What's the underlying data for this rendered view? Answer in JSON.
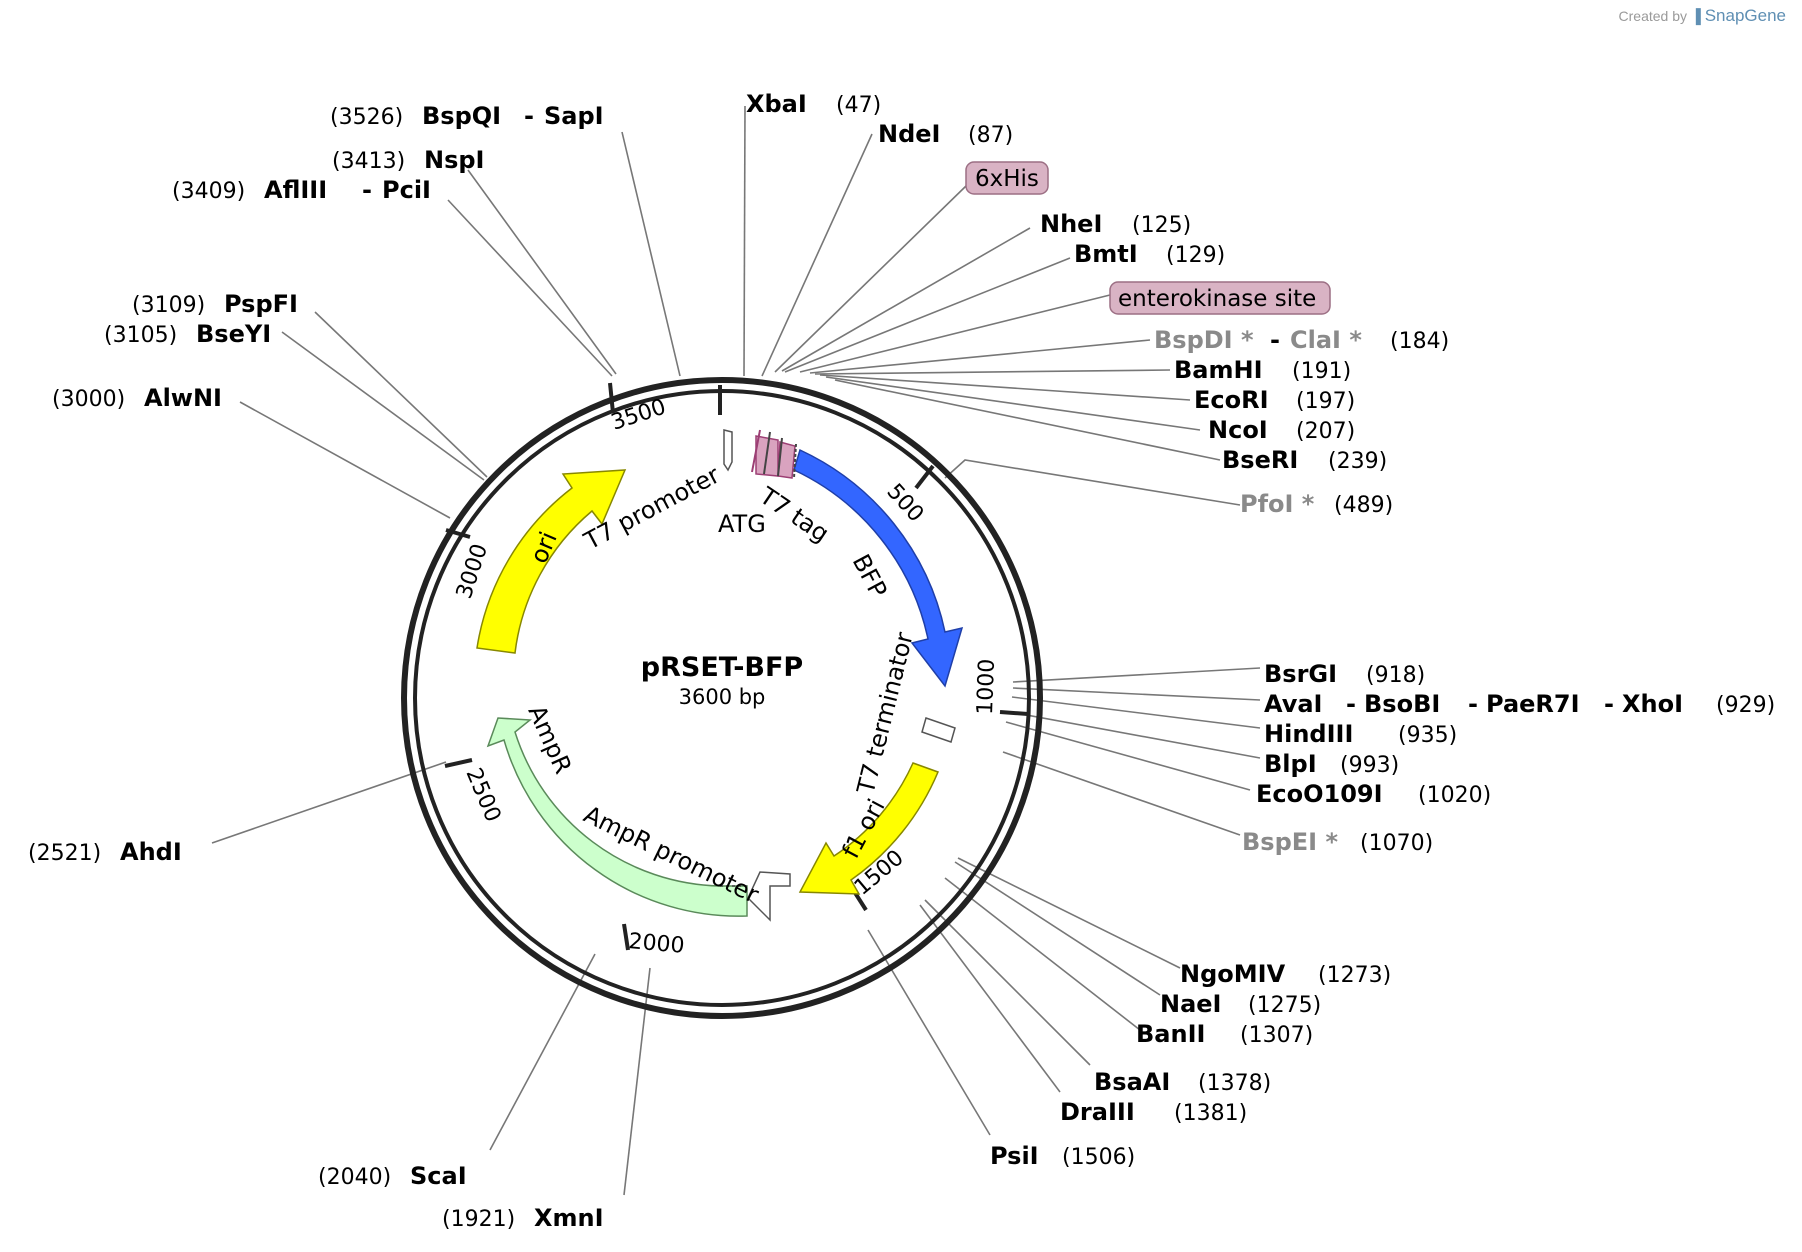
{
  "credit": {
    "created_by": "Created by",
    "brand": "SnapGene"
  },
  "plasmid": {
    "name": "pRSET-BFP",
    "size": "3600 bp"
  },
  "ticks": [
    "500",
    "1000",
    "1500",
    "2000",
    "2500",
    "3000",
    "3500"
  ],
  "features": {
    "ori": "ori",
    "bfp": "BFP",
    "ampr": "AmpR",
    "f1_ori": "f1 ori",
    "t7_promoter": "T7 promoter",
    "t7_tag": "T7 tag",
    "atg": "ATG",
    "t7_terminator": "T7 terminator",
    "ampr_promoter": "AmpR promoter"
  },
  "boxed_features": {
    "his": "6xHis",
    "enterokinase": "enterokinase site"
  },
  "sites": [
    {
      "enzymes": [
        "XbaI"
      ],
      "pos": "(47)"
    },
    {
      "enzymes": [
        "NdeI"
      ],
      "pos": "(87)"
    },
    {
      "enzymes": [
        "NheI"
      ],
      "pos": "(125)"
    },
    {
      "enzymes": [
        "BmtI"
      ],
      "pos": "(129)"
    },
    {
      "enzymes": [
        "BspDI *",
        "ClaI *"
      ],
      "pos": "(184)"
    },
    {
      "enzymes": [
        "BamHI"
      ],
      "pos": "(191)"
    },
    {
      "enzymes": [
        "EcoRI"
      ],
      "pos": "(197)"
    },
    {
      "enzymes": [
        "NcoI"
      ],
      "pos": "(207)"
    },
    {
      "enzymes": [
        "BseRI"
      ],
      "pos": "(239)"
    },
    {
      "enzymes": [
        "PfoI *"
      ],
      "pos": "(489)"
    },
    {
      "enzymes": [
        "BsrGI"
      ],
      "pos": "(918)"
    },
    {
      "enzymes": [
        "AvaI",
        "BsoBI",
        "PaeR7I",
        "XhoI"
      ],
      "pos": "(929)"
    },
    {
      "enzymes": [
        "HindIII"
      ],
      "pos": "(935)"
    },
    {
      "enzymes": [
        "BlpI"
      ],
      "pos": "(993)"
    },
    {
      "enzymes": [
        "EcoO109I"
      ],
      "pos": "(1020)"
    },
    {
      "enzymes": [
        "BspEI *"
      ],
      "pos": "(1070)"
    },
    {
      "enzymes": [
        "NgoMIV"
      ],
      "pos": "(1273)"
    },
    {
      "enzymes": [
        "NaeI"
      ],
      "pos": "(1275)"
    },
    {
      "enzymes": [
        "BanII"
      ],
      "pos": "(1307)"
    },
    {
      "enzymes": [
        "BsaAI"
      ],
      "pos": "(1378)"
    },
    {
      "enzymes": [
        "DraIII"
      ],
      "pos": "(1381)"
    },
    {
      "enzymes": [
        "PsiI"
      ],
      "pos": "(1506)"
    },
    {
      "enzymes": [
        "XmnI"
      ],
      "pos": "(1921)"
    },
    {
      "enzymes": [
        "ScaI"
      ],
      "pos": "(2040)"
    },
    {
      "enzymes": [
        "AhdI"
      ],
      "pos": "(2521)"
    },
    {
      "enzymes": [
        "AlwNI"
      ],
      "pos": "(3000)"
    },
    {
      "enzymes": [
        "BseYI"
      ],
      "pos": "(3105)"
    },
    {
      "enzymes": [
        "PspFI"
      ],
      "pos": "(3109)"
    },
    {
      "enzymes": [
        "AflIII",
        "PciI"
      ],
      "pos": "(3409)"
    },
    {
      "enzymes": [
        "NspI"
      ],
      "pos": "(3413)"
    },
    {
      "enzymes": [
        "BspQI",
        "SapI"
      ],
      "pos": "(3526)"
    }
  ],
  "separator": "-"
}
